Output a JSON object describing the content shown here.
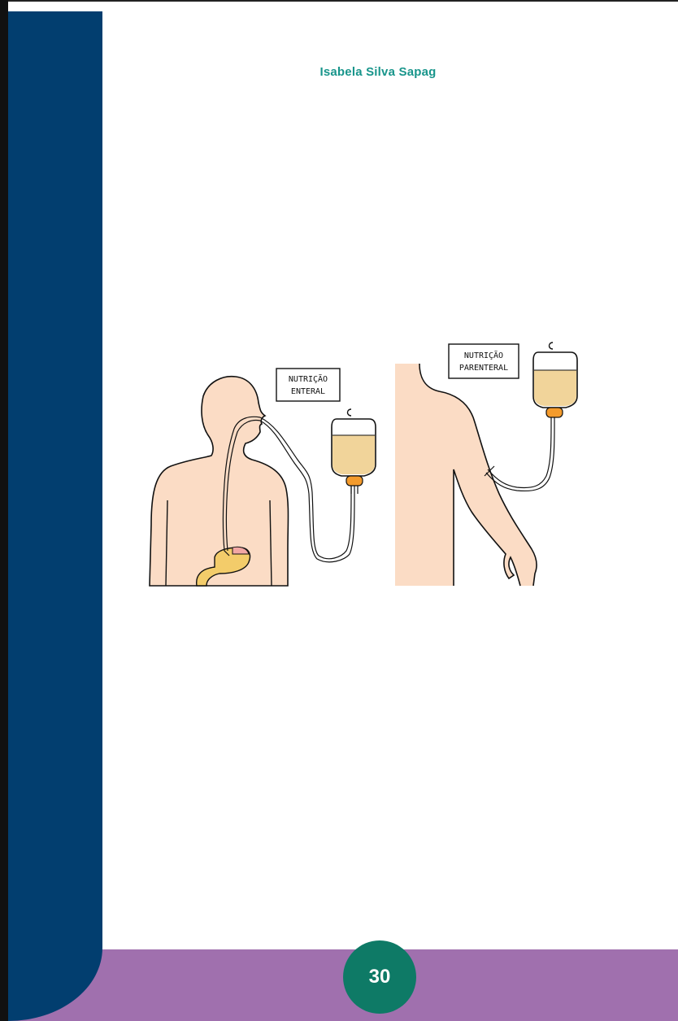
{
  "header": {
    "author": "Isabela Silva Sapag"
  },
  "illustration": {
    "enteral_label_line1": "NUTRIÇÃO",
    "enteral_label_line2": "ENTERAL",
    "parenteral_label_line1": "NUTRIÇÃO",
    "parenteral_label_line2": "PARENTERAL"
  },
  "footer": {
    "page_number": "30"
  },
  "colors": {
    "sidebar": "#023e6f",
    "footer_band": "#a070ae",
    "page_circle": "#0e7a66",
    "author_text": "#18958b",
    "skin": "#fbdcc5",
    "nutrition_fluid": "#f1d49a",
    "bag_connector": "#f49b2c"
  }
}
